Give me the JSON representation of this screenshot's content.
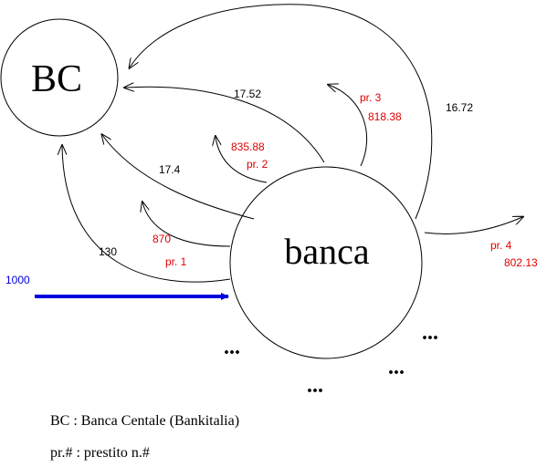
{
  "colors": {
    "red": "#e00000",
    "blue": "#0000dd",
    "black": "#000000"
  },
  "nodes": {
    "bc": "BC",
    "banca": "banca"
  },
  "labels": {
    "injection": "1000",
    "flow_130": "130",
    "flow_17_4": "17.4",
    "flow_17_52": "17.52",
    "flow_16_72": "16.72",
    "loan1_value": "870",
    "loan1_name": "pr. 1",
    "loan2_value": "835.88",
    "loan2_name": "pr. 2",
    "loan3_name": "pr. 3",
    "loan3_value": "818.38",
    "loan4_name": "pr. 4",
    "loan4_value": "802.13",
    "ellipsis": "..."
  },
  "legend": {
    "line1": "BC : Banca Centale (Bankitalia)",
    "line2": "pr.# : prestito n.#"
  }
}
